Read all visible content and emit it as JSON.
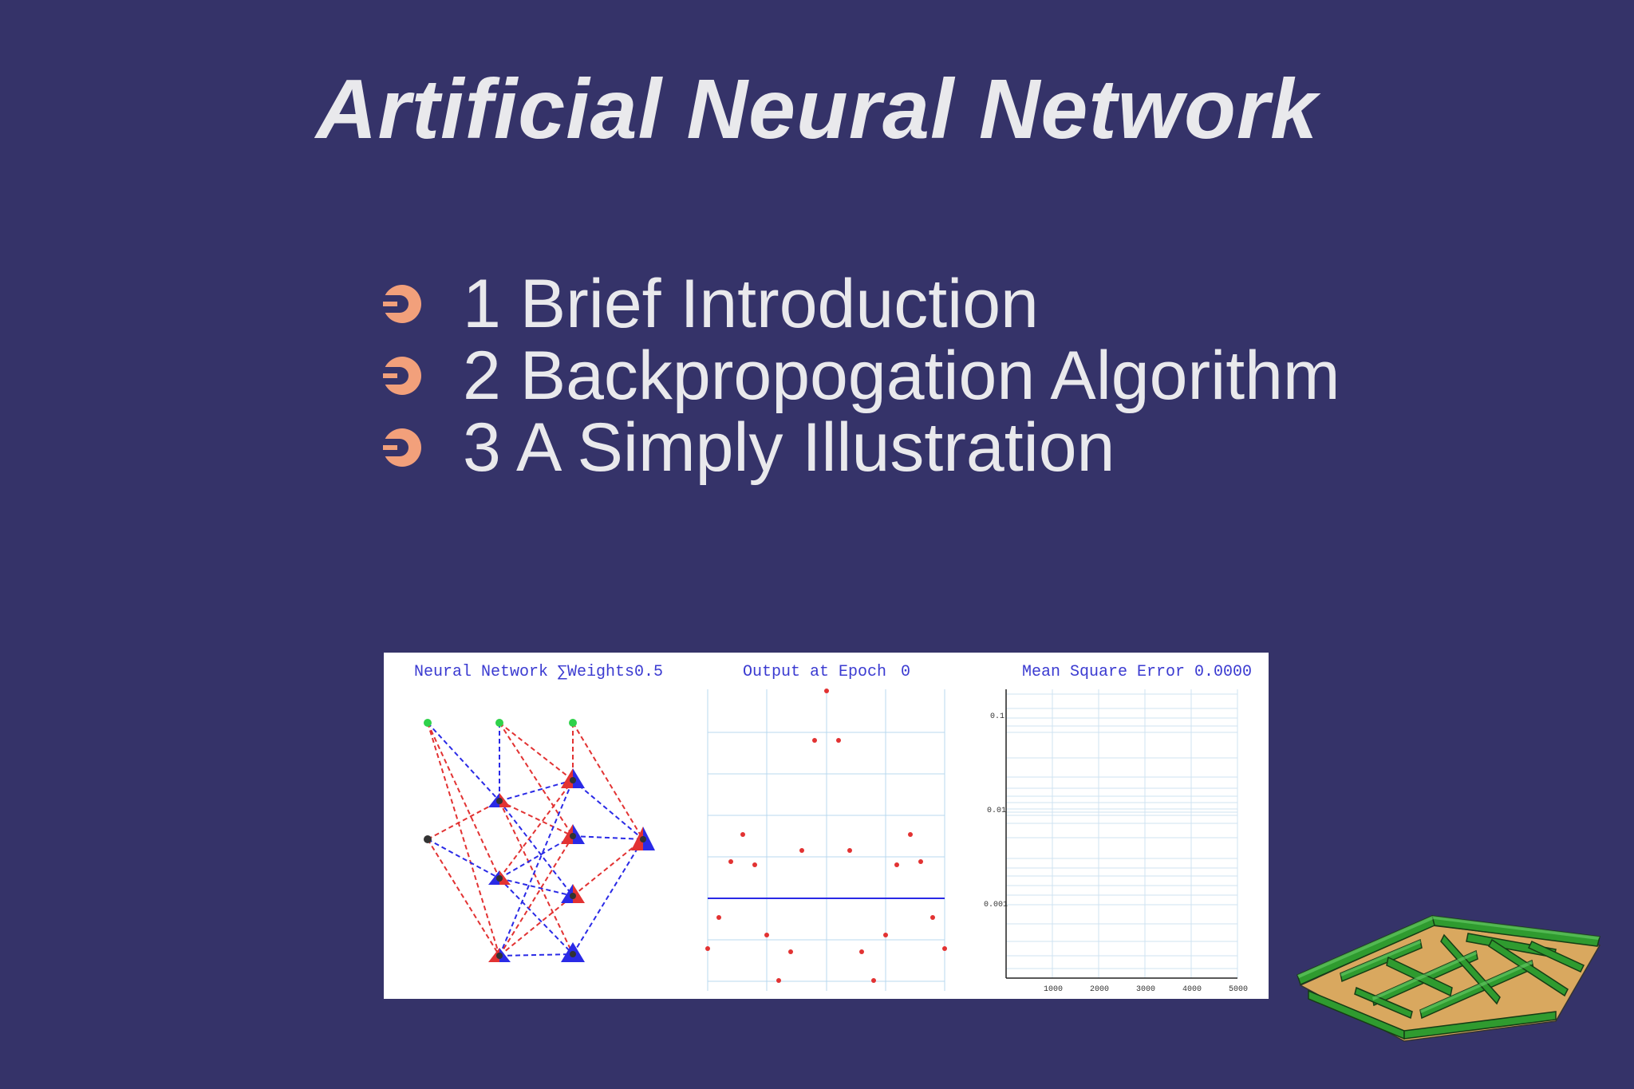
{
  "slide": {
    "title": "Artificial Neural Network",
    "bullet_color": "#f2a07b",
    "background_color": "#353369",
    "bullets": [
      "1 Brief Introduction",
      "2 Backpropogation Algorithm",
      "3 A Simply Illustration"
    ]
  },
  "figure": {
    "panel1_title": "Neural Network ∑Weights",
    "panel1_value": "0.5",
    "panel2_title": "Output at Epoch",
    "panel2_value": "0",
    "panel3_title": "Mean Square Error 0.0000",
    "panel3_yticks": [
      "0.1",
      "0.01",
      "0.001"
    ],
    "panel3_xticks": [
      "1000",
      "2000",
      "3000",
      "4000",
      "5000"
    ]
  }
}
